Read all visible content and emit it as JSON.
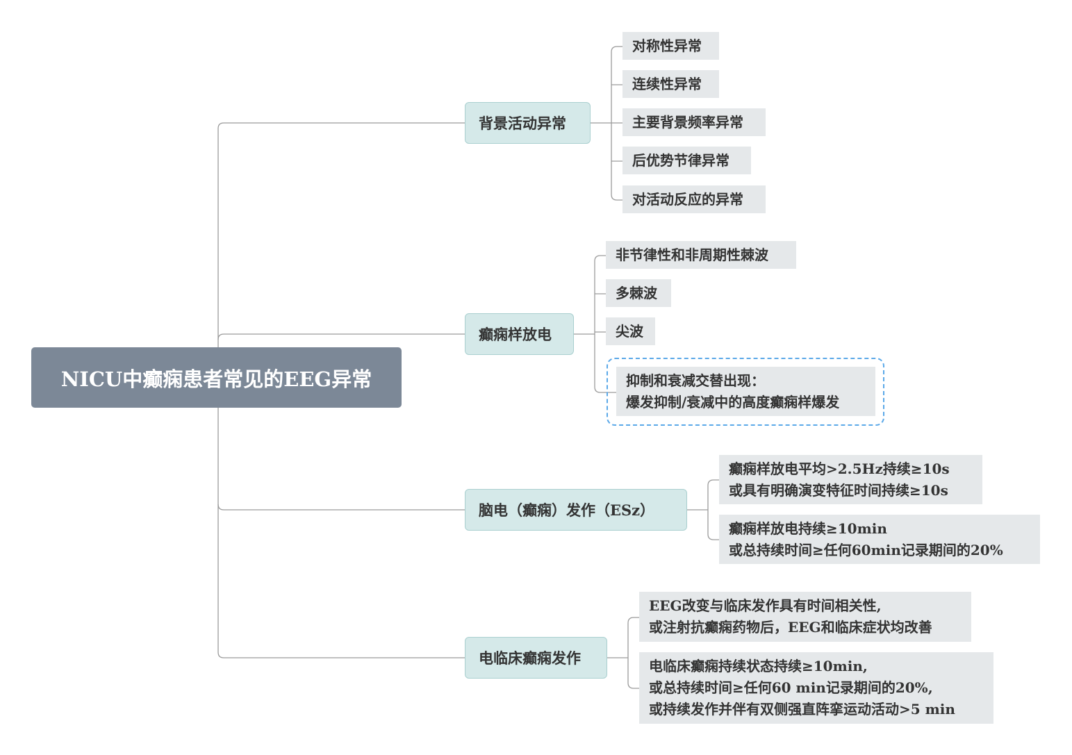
{
  "root": {
    "label": "NICU中癫痫患者常见的EEG异常"
  },
  "branches": [
    {
      "label": "背景活动异常",
      "children": [
        {
          "lines": [
            "对称性异常"
          ]
        },
        {
          "lines": [
            "连续性异常"
          ]
        },
        {
          "lines": [
            "主要背景频率异常"
          ]
        },
        {
          "lines": [
            "后优势节律异常"
          ]
        },
        {
          "lines": [
            "对活动反应的异常"
          ]
        }
      ]
    },
    {
      "label": "癫痫样放电",
      "children": [
        {
          "lines": [
            "非节律性和非周期性棘波"
          ]
        },
        {
          "lines": [
            "多棘波"
          ]
        },
        {
          "lines": [
            "尖波"
          ]
        },
        {
          "lines": [
            "抑制和衰减交替出现：",
            "爆发抑制/衰减中的高度癫痫样爆发"
          ],
          "selected": true
        }
      ]
    },
    {
      "label": "脑电（癫痫）发作（ESz）",
      "children": [
        {
          "lines": [
            "癫痫样放电平均>2.5Hz持续≥10s",
            "或具有明确演变特征时间持续≥10s"
          ]
        },
        {
          "lines": [
            "癫痫样放电持续≥10min",
            "或总持续时间≥任何60min记录期间的20%"
          ]
        }
      ]
    },
    {
      "label": "电临床癫痫发作",
      "children": [
        {
          "lines": [
            "EEG改变与临床发作具有时间相关性,",
            "或注射抗癫痫药物后，EEG和临床症状均改善"
          ]
        },
        {
          "lines": [
            "电临床癫痫持续状态持续≥10min,",
            "或总持续时间≥任何60 min记录期间的20%,",
            "或持续发作并伴有双侧强直阵挛运动活动>5 min"
          ]
        }
      ]
    }
  ],
  "colors": {
    "root_bg": "#7c8897",
    "branch_bg": "#d5e9e9",
    "leaf_bg": "#e5e8ea",
    "connector": "#9a9a9a",
    "selection": "#5aa8e8"
  }
}
